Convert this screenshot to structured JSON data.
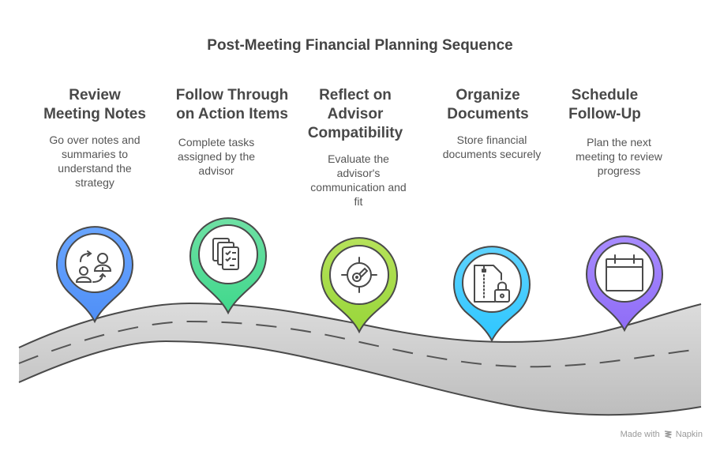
{
  "title": "Post-Meeting Financial Planning Sequence",
  "steps": [
    {
      "heading_lines": [
        "Review",
        "Meeting Notes"
      ],
      "description_lines": [
        "Go over notes and",
        "summaries to",
        "understand the",
        "strategy"
      ],
      "icon": "people-exchange-icon",
      "color_top": "#6aa6ff",
      "color_bottom": "#4f8ff7"
    },
    {
      "heading_lines": [
        "Follow Through",
        "on Action Items"
      ],
      "description_lines": [
        "Complete tasks",
        "assigned by the",
        "advisor"
      ],
      "icon": "checklist-documents-icon",
      "color_top": "#6ee0a4",
      "color_bottom": "#40d88c"
    },
    {
      "heading_lines": [
        "Reflect on",
        "Advisor",
        "Compatibility"
      ],
      "description_lines": [
        "Evaluate the",
        "advisor's",
        "communication and",
        "fit"
      ],
      "icon": "target-key-icon",
      "color_top": "#b6e25a",
      "color_bottom": "#98d63a"
    },
    {
      "heading_lines": [
        "Organize",
        "Documents"
      ],
      "description_lines": [
        "Store financial",
        "documents securely"
      ],
      "icon": "locked-zip-file-icon",
      "color_top": "#5fd3ff",
      "color_bottom": "#2ec6ff"
    },
    {
      "heading_lines": [
        "Schedule",
        "Follow-Up"
      ],
      "description_lines": [
        "Plan the next",
        "meeting to review",
        "progress"
      ],
      "icon": "calendar-icon",
      "color_top": "#a88cff",
      "color_bottom": "#8f6cf6"
    }
  ],
  "footer": {
    "made_with": "Made with",
    "brand": "Napkin"
  }
}
